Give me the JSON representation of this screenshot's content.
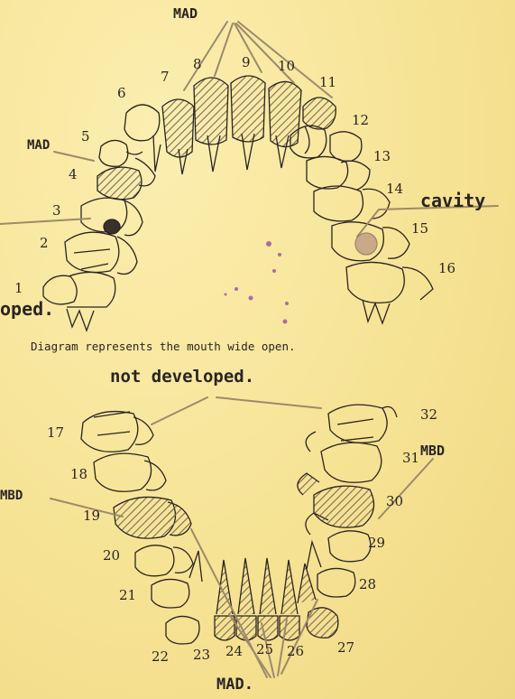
{
  "labels": {
    "mad_top": "MAD",
    "mad_left": "MAD",
    "cavity": "cavity",
    "oped_fragment": "oped.",
    "caption": "Diagram represents the mouth wide open.",
    "not_developed": "not developed.",
    "mbd_left": "MBD",
    "mbd_right": "MBD",
    "mad_bottom": "MAD."
  },
  "teeth": {
    "t1": "1",
    "t2": "2",
    "t3": "3",
    "t4": "4",
    "t5": "5",
    "t6": "6",
    "t7": "7",
    "t8": "8",
    "t9": "9",
    "t10": "10",
    "t11": "11",
    "t12": "12",
    "t13": "13",
    "t14": "14",
    "t15": "15",
    "t16": "16",
    "t17": "17",
    "t18": "18",
    "t19": "19",
    "t20": "20",
    "t21": "21",
    "t22": "22",
    "t23": "23",
    "t24": "24",
    "t25": "25",
    "t26": "26",
    "t27": "27",
    "t28": "28",
    "t29": "29",
    "t30": "30",
    "t31": "31",
    "t32": "32"
  },
  "colors": {
    "paper": "#f7e69e",
    "ink": "#2a2422",
    "pencil": "#9c8a6a",
    "hatch": "#7c6a58",
    "stain": "#8a3aa0"
  }
}
